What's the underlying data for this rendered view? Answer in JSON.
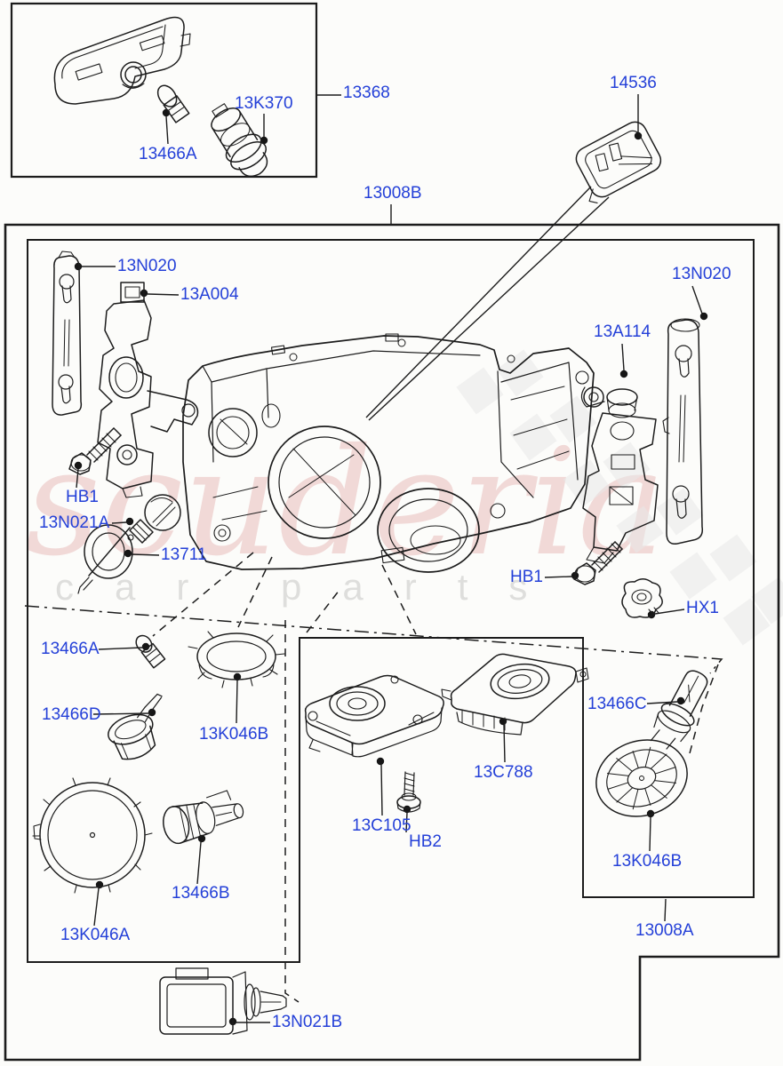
{
  "diagram": {
    "label_color": "#2440d8",
    "line_color": "#1c1c1c",
    "background": "#fcfcfa"
  },
  "watermark": {
    "line1": "scuderia",
    "line2": "car parts",
    "pink": "#d98a8a",
    "gray": "#9a9a9a"
  },
  "callouts": [
    {
      "id": "13368",
      "label": "13368"
    },
    {
      "id": "13K370",
      "label": "13K370"
    },
    {
      "id": "13466A-top",
      "label": "13466A"
    },
    {
      "id": "14536",
      "label": "14536"
    },
    {
      "id": "13008B",
      "label": "13008B"
    },
    {
      "id": "13N020-left",
      "label": "13N020"
    },
    {
      "id": "13A004",
      "label": "13A004"
    },
    {
      "id": "13N020-right",
      "label": "13N020"
    },
    {
      "id": "13A114",
      "label": "13A114"
    },
    {
      "id": "HB1-left",
      "label": "HB1"
    },
    {
      "id": "13N021A",
      "label": "13N021A"
    },
    {
      "id": "13711",
      "label": "13711"
    },
    {
      "id": "HB1-right",
      "label": "HB1"
    },
    {
      "id": "HX1",
      "label": "HX1"
    },
    {
      "id": "13466A",
      "label": "13466A"
    },
    {
      "id": "13466D",
      "label": "13466D"
    },
    {
      "id": "13K046B-left",
      "label": "13K046B"
    },
    {
      "id": "13466C",
      "label": "13466C"
    },
    {
      "id": "13C788",
      "label": "13C788"
    },
    {
      "id": "13C105",
      "label": "13C105"
    },
    {
      "id": "HB2",
      "label": "HB2"
    },
    {
      "id": "13K046B-right",
      "label": "13K046B"
    },
    {
      "id": "13466B",
      "label": "13466B"
    },
    {
      "id": "13K046A",
      "label": "13K046A"
    },
    {
      "id": "13008A",
      "label": "13008A"
    },
    {
      "id": "13N021B",
      "label": "13N021B"
    }
  ]
}
